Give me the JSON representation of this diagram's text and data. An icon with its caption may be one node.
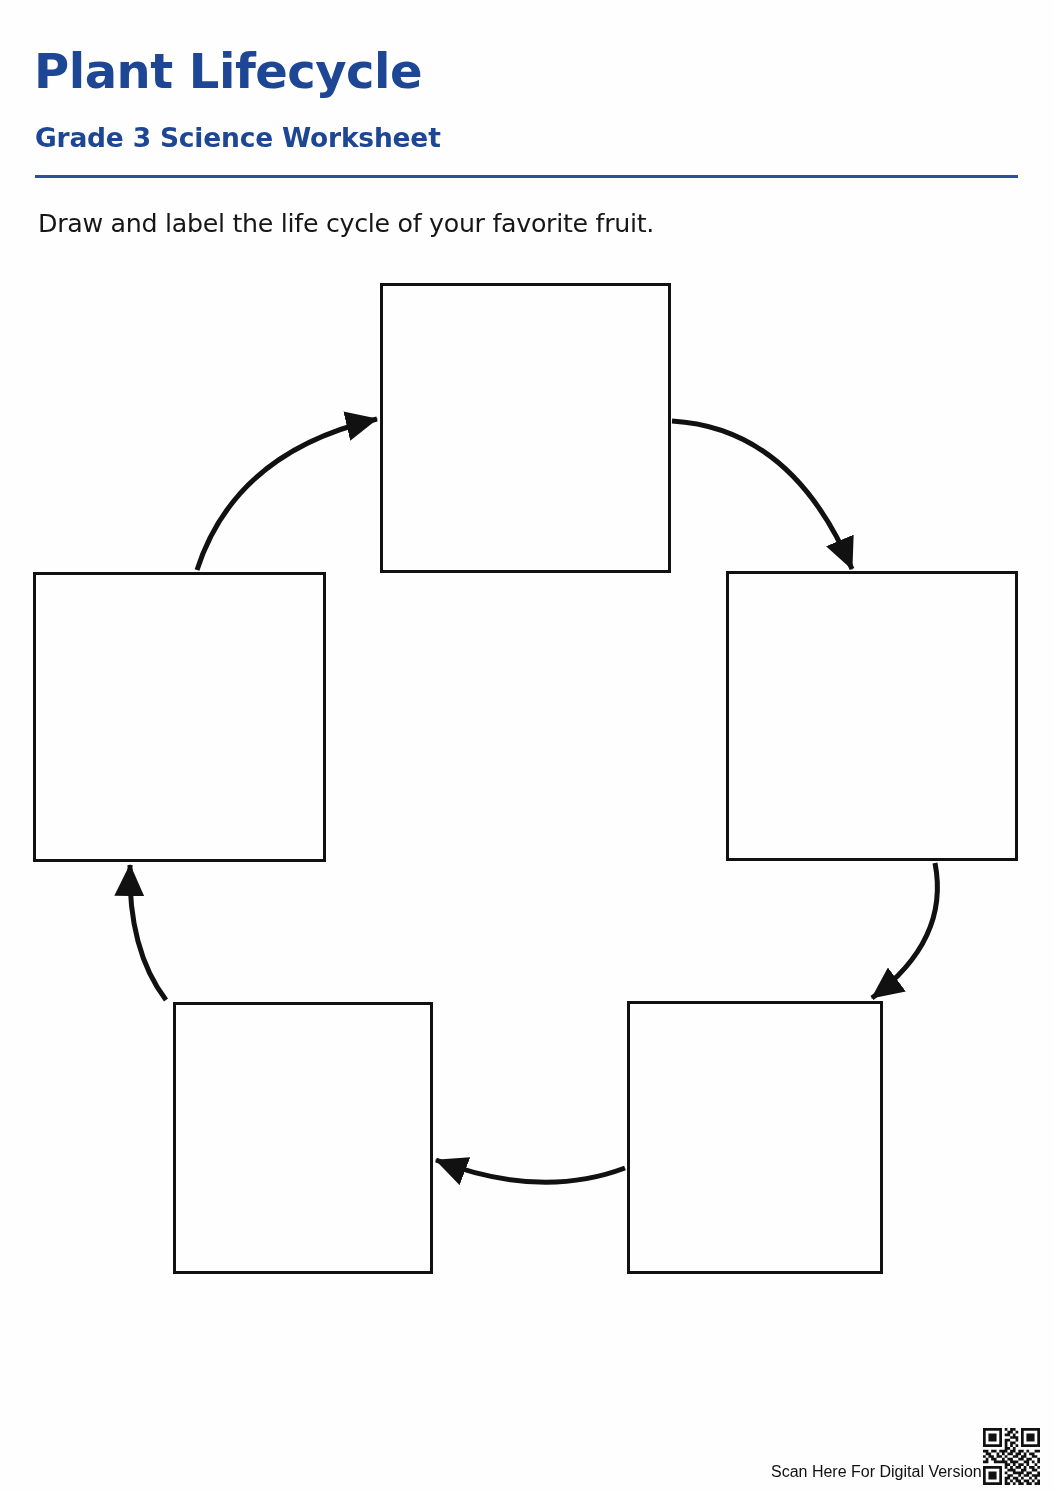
{
  "diagram": {
    "title": "Plant Lifecycle",
    "nodes": [
      {
        "text": [],
        "shape": "box"
      },
      {
        "text": [],
        "shape": "box"
      },
      {
        "text": [],
        "shape": "box"
      },
      {
        "text": [],
        "shape": "box"
      },
      {
        "text": [],
        "shape": "box"
      }
    ],
    "edges": [
      {
        "from": 0,
        "to": 1,
        "arrow": "to"
      },
      {
        "from": 1,
        "to": 2,
        "arrow": "to"
      },
      {
        "from": 2,
        "to": 3,
        "arrow": "to"
      },
      {
        "from": 3,
        "to": 4,
        "arrow": "to"
      },
      {
        "from": 4,
        "to": 0,
        "arrow": "to"
      }
    ],
    "labels": [
      "Grade 3 Science Worksheet",
      "Draw and label the life cycle of your favorite fruit.",
      "Scan Here For Digital Version"
    ]
  }
}
